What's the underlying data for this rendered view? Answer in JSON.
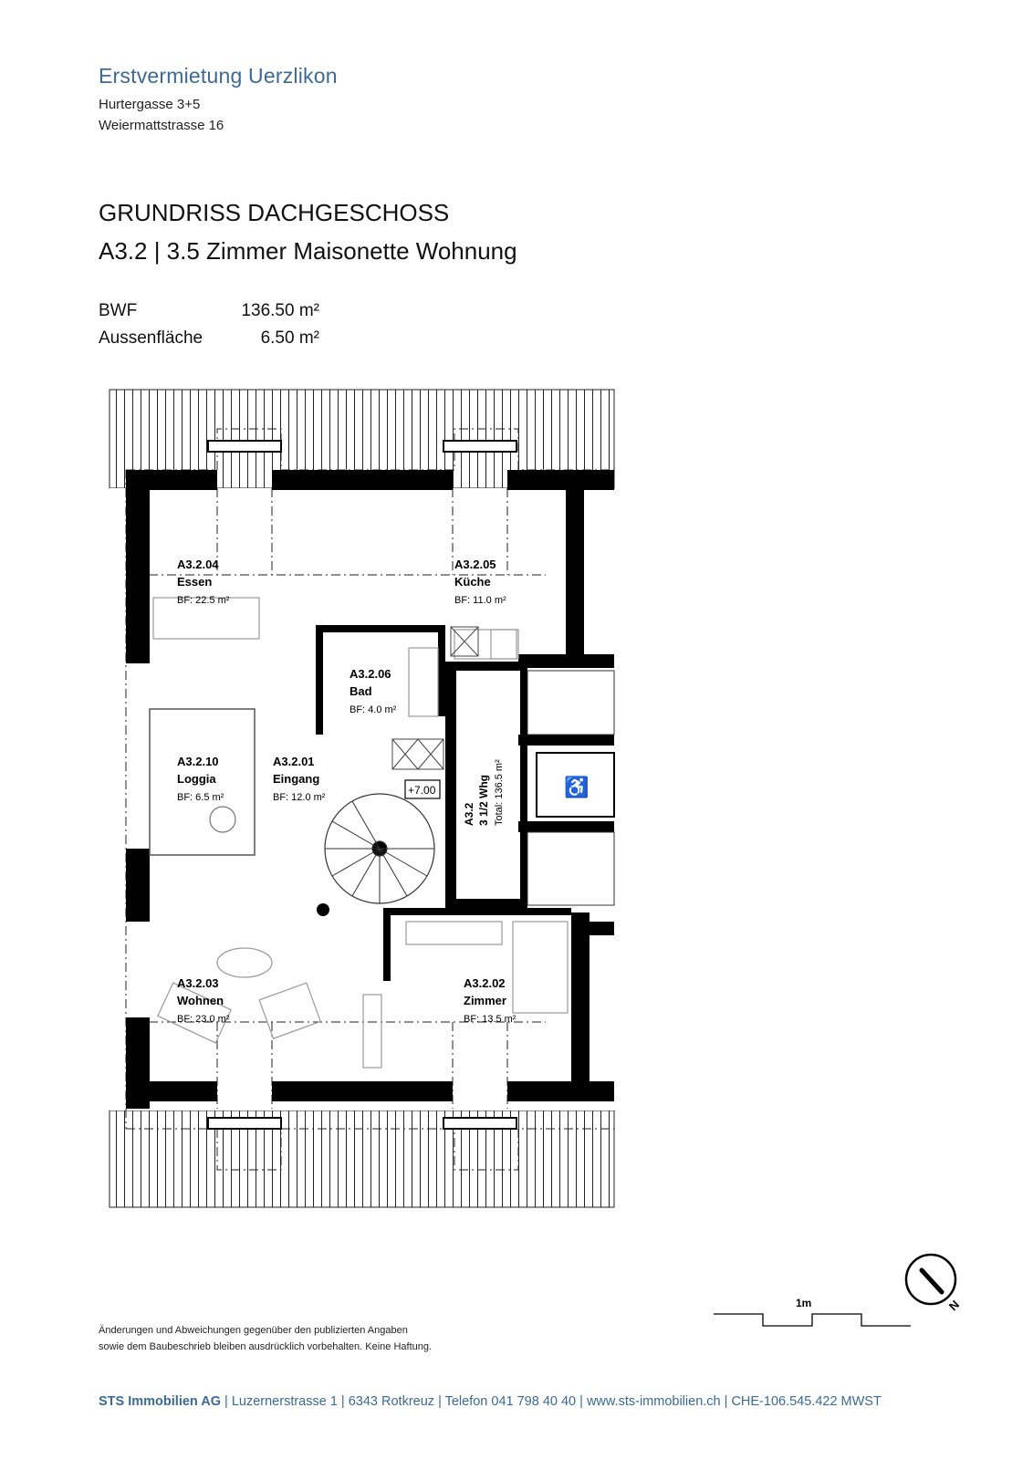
{
  "header": {
    "project_title": "Erstvermietung Uerzlikon",
    "address_line1": "Hurtergasse 3+5",
    "address_line2": "Weiermattstrasse 16"
  },
  "plan": {
    "heading": "GRUNDRISS DACHGESCHOSS",
    "unit_title": "A3.2 | 3.5 Zimmer Maisonette Wohnung"
  },
  "areas": [
    {
      "label": "BWF",
      "value": "136.50 m²"
    },
    {
      "label": "Aussenfläche",
      "value": "6.50 m²"
    }
  ],
  "rooms": [
    {
      "id": "A3.2.04",
      "name": "Essen",
      "area": "BF:  22.5 m²"
    },
    {
      "id": "A3.2.05",
      "name": "Küche",
      "area": "BF:  11.0 m²"
    },
    {
      "id": "A3.2.06",
      "name": "Bad",
      "area": "BF:    4.0 m²"
    },
    {
      "id": "A3.2.10",
      "name": "Loggia",
      "area": "BF:    6.5 m²"
    },
    {
      "id": "A3.2.01",
      "name": "Eingang",
      "area": "BF:  12.0 m²"
    },
    {
      "id": "A3.2.03",
      "name": "Wohnen",
      "area": "BF:  23.0 m²"
    },
    {
      "id": "A3.2.02",
      "name": "Zimmer",
      "area": "BF:  13.5 m²"
    }
  ],
  "unit_tag": {
    "line1": "A3.2",
    "line2": "3 1/2 Whg",
    "line3": "Total: 136.5 m²"
  },
  "level_marker": "+7.00",
  "scale_label": "1m",
  "north_label": "N",
  "disclaimer": {
    "line1": "Änderungen und Abweichungen gegenüber den publizierten Angaben",
    "line2": "sowie dem Baubeschrieb bleiben ausdrücklich vorbehalten. Keine Haftung."
  },
  "footer": {
    "company": "STS Immobilien AG",
    "address": "Luzernerstrasse 1",
    "city": "6343 Rotkreuz",
    "phone": "Telefon 041 798 40 40",
    "web": "www.sts-immobilien.ch",
    "uid": "CHE-106.545.422 MWST",
    "separator": " | "
  },
  "colors": {
    "accent": "#3c6a94",
    "wall": "#000000"
  }
}
